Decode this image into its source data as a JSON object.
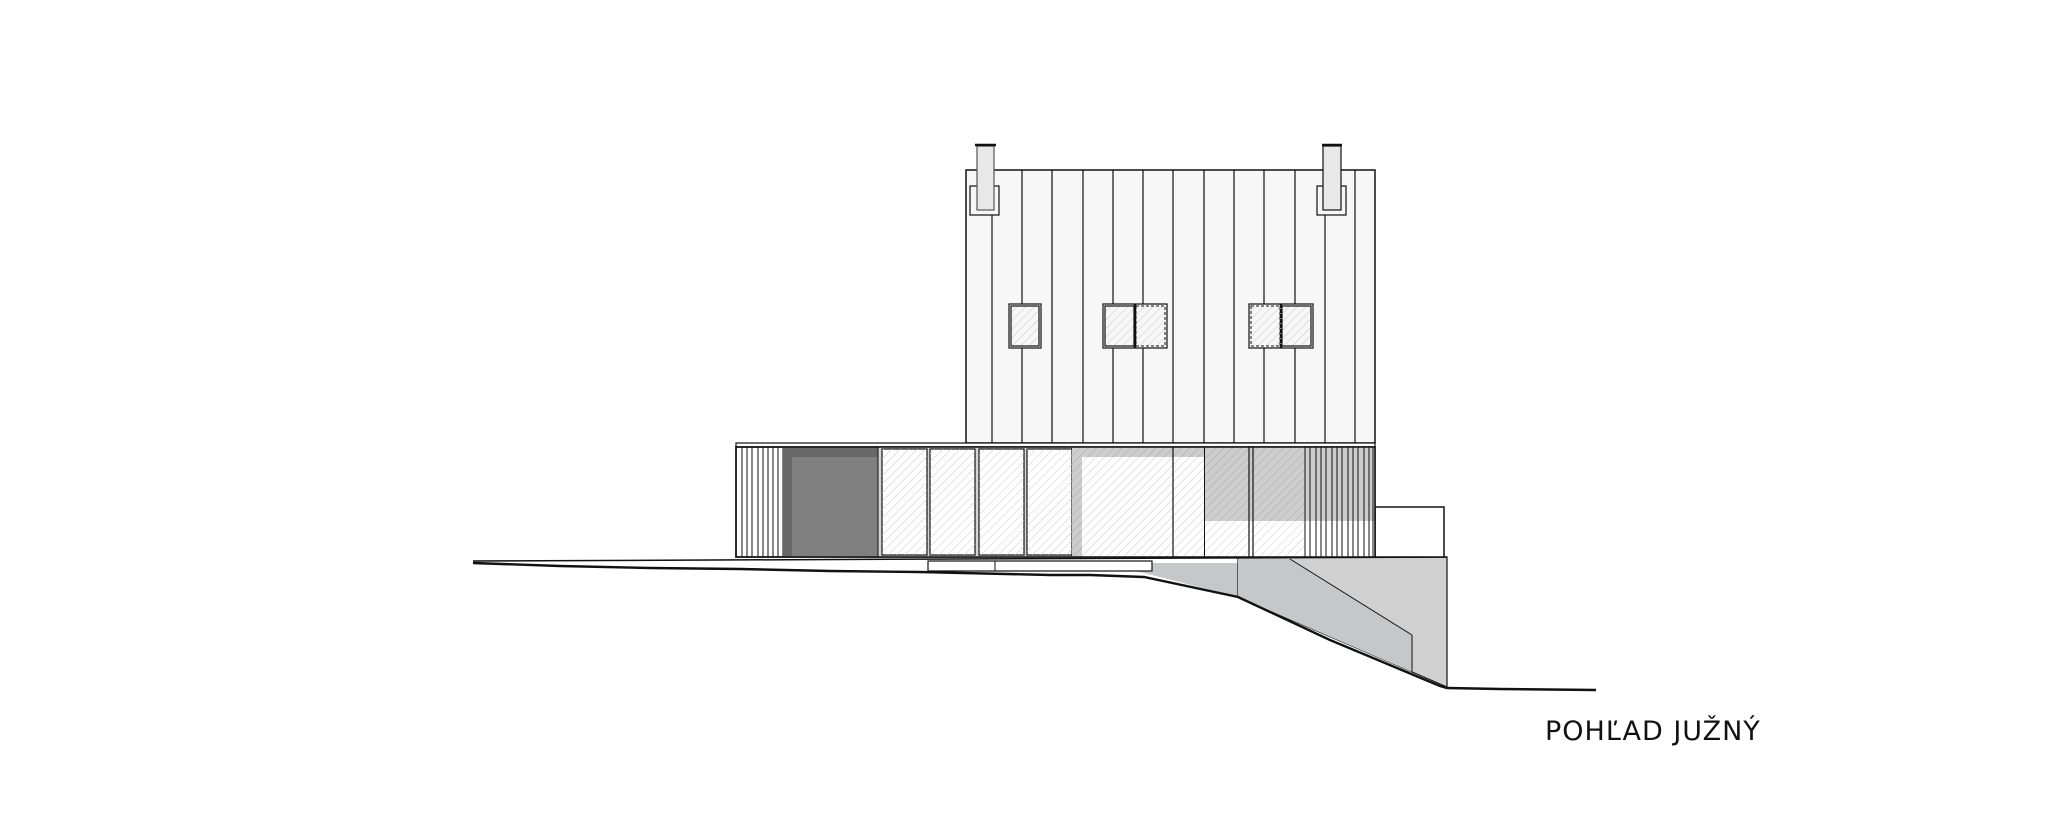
{
  "drawing": {
    "title": "POHĽAD JUŽNÝ",
    "type": "architectural south elevation",
    "colors": {
      "background": "#ffffff",
      "line": "#111111",
      "facade_fill": "#f7f7f7",
      "chimney_fill": "#e8e8e8",
      "dark_panel": "#808080",
      "dark_panel_top": "#686868",
      "shadow": "#cdcdcd",
      "foundation": "#c6c7c9",
      "foundation_light": "#d0d0d0"
    },
    "upper_volume": {
      "board_count": 13,
      "windows": [
        "single-window",
        "double-window",
        "double-window"
      ],
      "chimneys": 2
    },
    "lower_volume": {
      "glass_panels": 4,
      "dark_panel": 1,
      "slatted_sections": 2
    }
  }
}
